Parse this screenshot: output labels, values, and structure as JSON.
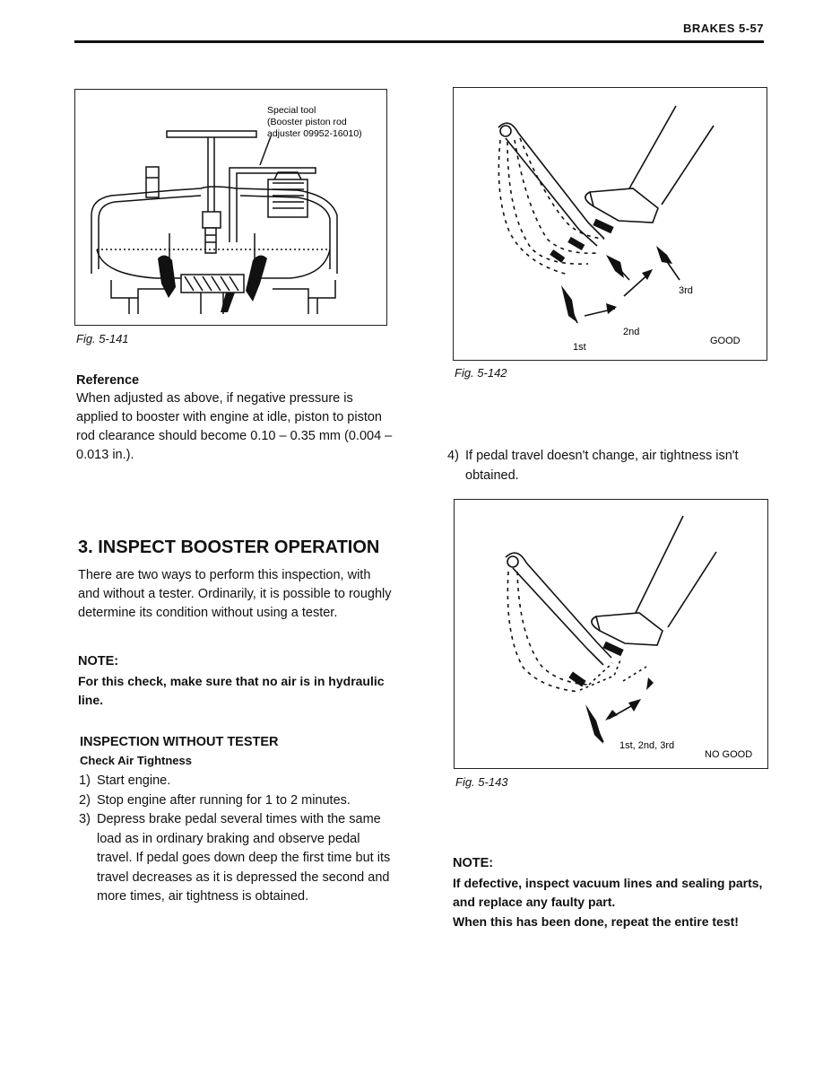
{
  "header": {
    "title": "BRAKES 5-57"
  },
  "fig141": {
    "caption": "Fig. 5-141",
    "label_line1": "Special tool",
    "label_line2": "(Booster piston rod",
    "label_line3": "adjuster 09952-16010)"
  },
  "reference": {
    "heading": "Reference",
    "text": "When adjusted as above, if negative pressure is applied to booster with engine at idle, piston to piston rod clearance should become 0.10 – 0.35 mm (0.004 – 0.013 in.)."
  },
  "section3": {
    "heading": "3. INSPECT BOOSTER OPERATION",
    "intro": "There are two ways to perform this inspection, with and without a tester. Ordinarily, it is possible to roughly determine its condition without using a tester.",
    "note_label": "NOTE:",
    "note_text": "For this check, make sure that no air is in hydraulic line."
  },
  "inspection": {
    "heading": "INSPECTION WITHOUT TESTER",
    "subheading": "Check Air Tightness",
    "steps": [
      {
        "num": "1)",
        "text": "Start engine."
      },
      {
        "num": "2)",
        "text": "Stop engine after running for 1 to 2 minutes."
      },
      {
        "num": "3)",
        "text": "Depress brake pedal several times with the same load as in ordinary braking and observe pedal travel. If pedal goes down deep the first time but its travel decreases as it is depressed the second and more times, air tightness is obtained."
      }
    ],
    "step4": {
      "num": "4)",
      "text": "If pedal travel doesn't change, air tightness isn't obtained."
    }
  },
  "fig142": {
    "caption": "Fig. 5-142",
    "label_1st": "1st",
    "label_2nd": "2nd",
    "label_3rd": "3rd",
    "label_status": "GOOD"
  },
  "fig143": {
    "caption": "Fig. 5-143",
    "label_all": "1st, 2nd, 3rd",
    "label_status": "NO GOOD"
  },
  "note2": {
    "label": "NOTE:",
    "line1": "If defective, inspect vacuum lines and sealing parts, and replace any faulty part.",
    "line2": "When this has been done, repeat the entire test!"
  }
}
